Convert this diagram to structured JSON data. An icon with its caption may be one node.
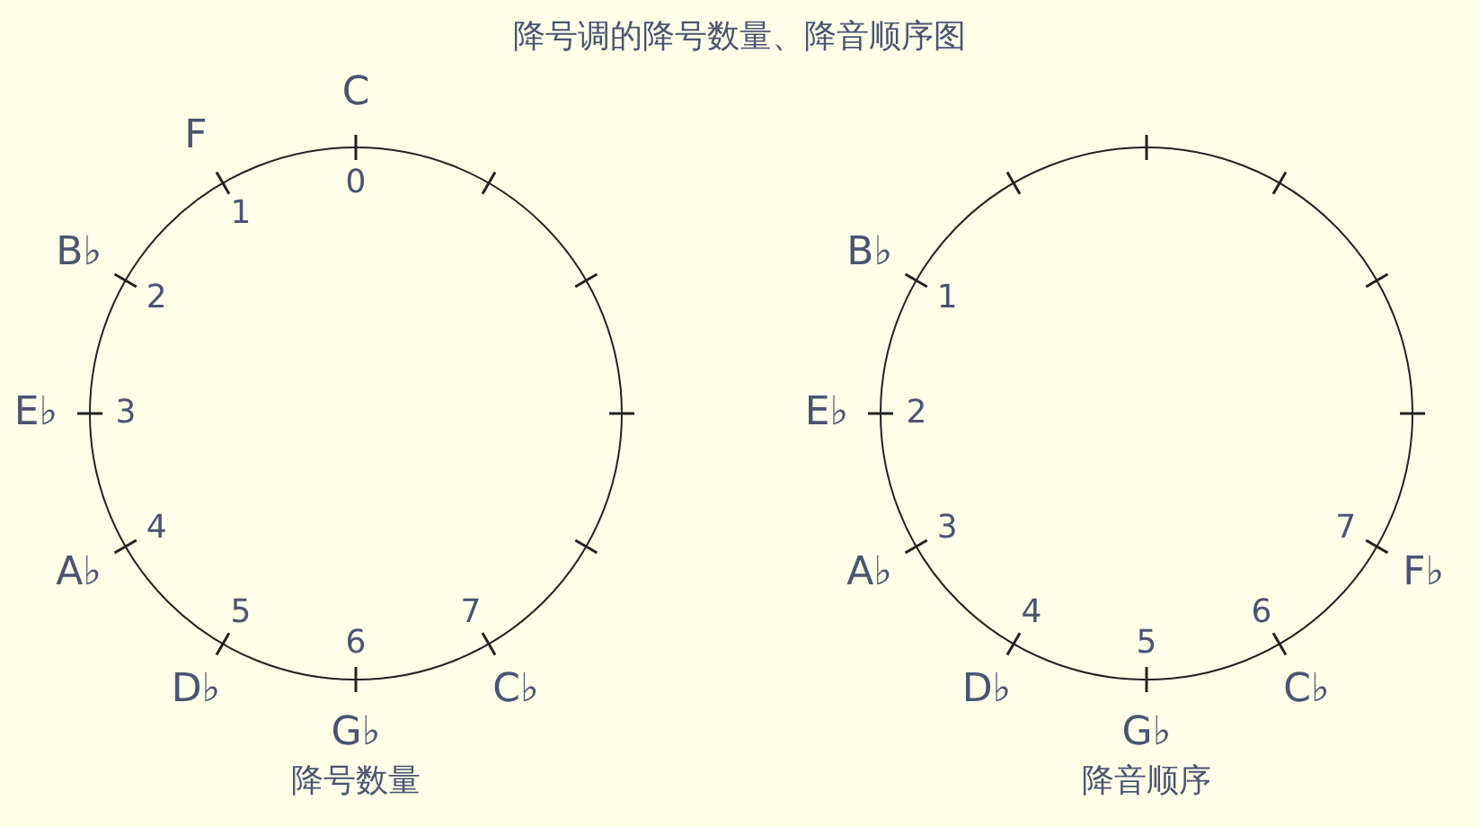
{
  "diagram": {
    "title": "降号调的降号数量、降音顺序图",
    "nodes": [
      {
        "text": [
          "降号数量"
        ]
      },
      {
        "text": [
          "降音顺序"
        ]
      }
    ],
    "labels": [
      "C",
      "0",
      "F",
      "1",
      "B♭",
      "2",
      "E♭",
      "3",
      "A♭",
      "4",
      "D♭",
      "5",
      "G♭",
      "6",
      "C♭",
      "7",
      "B♭",
      "1",
      "E♭",
      "2",
      "A♭",
      "3",
      "D♭",
      "4",
      "G♭",
      "5",
      "C♭",
      "6",
      "F♭",
      "7"
    ]
  }
}
